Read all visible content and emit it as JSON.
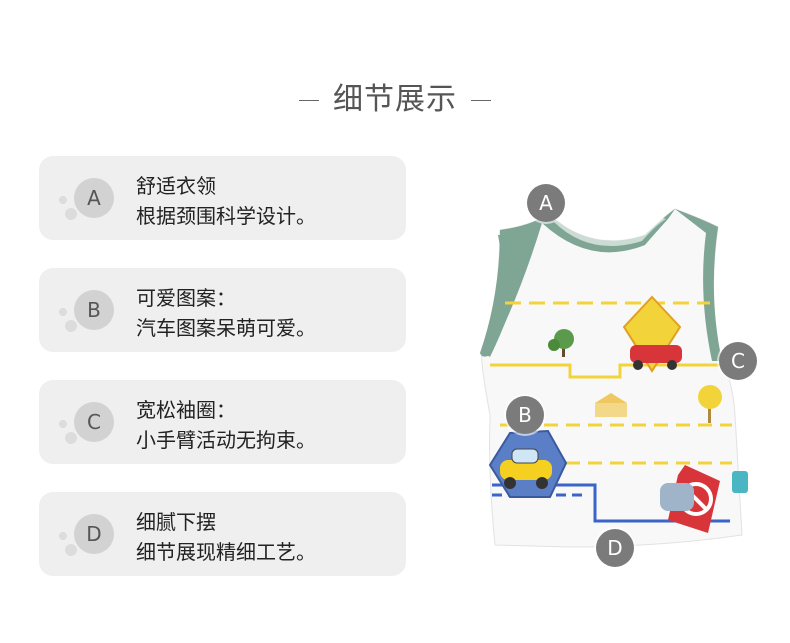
{
  "title": "细节展示",
  "features": [
    {
      "badge": "A",
      "line1": "舒适衣领",
      "line2": "根据颈围科学设计。"
    },
    {
      "badge": "B",
      "line1": "可爱图案：",
      "line2": "汽车图案呆萌可爱。"
    },
    {
      "badge": "C",
      "line1": "宽松袖圈：",
      "line2": "小手臂活动无拘束。"
    },
    {
      "badge": "D",
      "line1": "细腻下摆",
      "line2": "细节展现精细工艺。"
    }
  ],
  "markers": [
    "A",
    "B",
    "C",
    "D"
  ],
  "colors": {
    "trim": "#7fa594",
    "road_yellow": "#f2d43a",
    "road_blue": "#3a64c8",
    "marker": "#7b7b7b"
  },
  "icons": [
    "tank-top-image",
    "car-icon",
    "road-sign-icon",
    "tree-icon"
  ]
}
